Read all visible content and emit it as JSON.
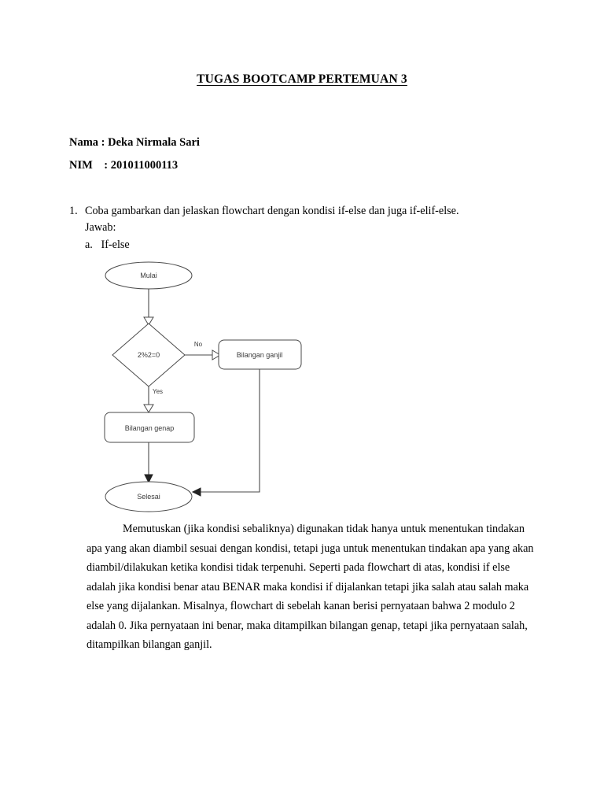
{
  "document": {
    "title": "TUGAS BOOTCAMP PERTEMUAN 3",
    "identity": {
      "name_line": "Nama : Deka Nirmala Sari",
      "nim_line": "NIM    : 201011000113"
    },
    "question": {
      "number": "1.",
      "text": "Coba gambarkan dan jelaskan flowchart dengan kondisi if-else dan juga if-elif-else. Jawab:",
      "sub_item": "a.   If-else"
    },
    "flowchart": {
      "nodes": {
        "start": "Mulai",
        "decision": "2%2=0",
        "false_branch": "Bilangan ganjil",
        "true_branch": "Bilangan genap",
        "end": "Selesai"
      },
      "edge_labels": {
        "no": "No",
        "yes": "Yes"
      }
    },
    "paragraph": "Memutuskan (jika kondisi sebaliknya) digunakan tidak hanya  untuk menentukan tindakan apa yang akan diambil sesuai dengan kondisi, tetapi juga  untuk menentukan tindakan apa yang akan diambil/dilakukan ketika kondisi tidak terpenuhi. Seperti pada flowchart di atas, kondisi if else adalah jika kondisi  benar atau BENAR maka kondisi if dijalankan tetapi jika salah atau salah maka else yang dijalankan. Misalnya, flowchart di sebelah kanan berisi pernyataan bahwa 2 modulo 2 adalah 0. Jika pernyataan ini benar, maka ditampilkan bilangan genap, tetapi jika pernyataan  salah, ditampilkan bilangan ganjil."
  }
}
